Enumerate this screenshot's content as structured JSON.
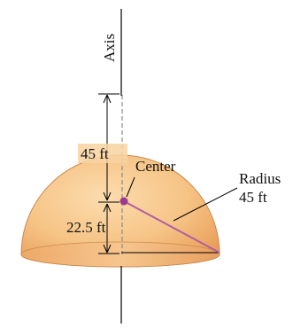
{
  "labels": {
    "axis": "Axis",
    "upper_height": "45 ft",
    "center": "Center",
    "lower_height": "22.5 ft",
    "radius_word": "Radius",
    "radius_value": "45 ft"
  },
  "colors": {
    "dome_light": "#fcdcae",
    "dome_mid": "#f6c486",
    "dome_dark": "#e89a55",
    "dome_outline": "#c98a4c",
    "radius_line": "#b05fa0",
    "center_dot": "#9b3c8c",
    "axis_line": "#000000",
    "dashed_axis": "#8a8a8a"
  }
}
